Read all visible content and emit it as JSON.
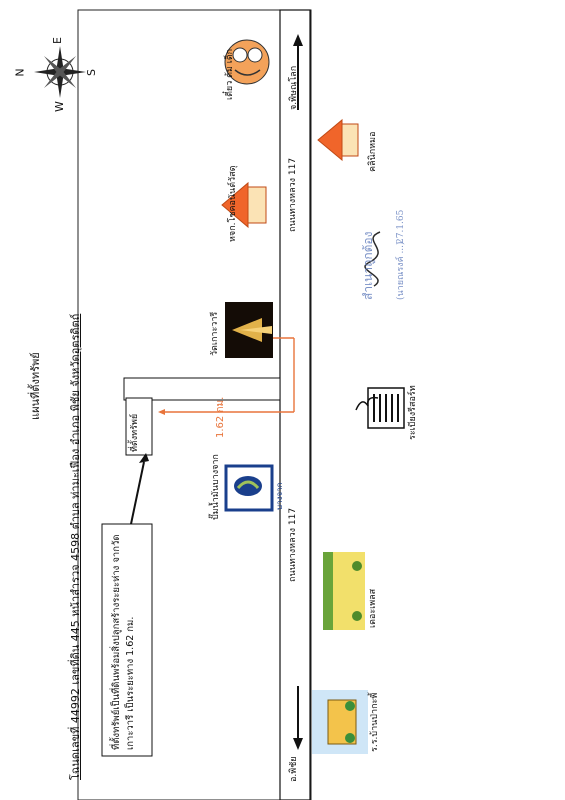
{
  "map": {
    "heading": "แผนที่ตั้งทรัพย์",
    "title_line": "โฉนดเลขที่ 44992   เลขที่ดิน 445  หน้าสำรวจ 4598   ตำบล ท่ามะเฟือง   อำเภอ พิชัย   จังหวัดอุตรดิตถ์",
    "description": "ที่ตั้งทรัพย์เป็นที่ดินพร้อมสิ่งปลูกสร้างระยะห่าง จากวัดเกาะวารี เป็นระยะทาง 1.62 กม.",
    "property_label": "ที่ตั้งทรัพย์",
    "distance_label": "1.62 กม.",
    "road_top_label": "ถนนทางหลวง 117",
    "road_bottom_label": "ถนนทางหลวง 117",
    "direction_pitsanulok": "จ.พิษณุโลก",
    "direction_phichai": "อ.พิชัย",
    "compass": {
      "n": "N",
      "e": "E",
      "s": "S",
      "w": "W"
    },
    "stamp": {
      "line1": "สำเนาถูกต้อง",
      "line2": "(นายณรงค์ ...)",
      "date": "27.1.65"
    },
    "landmarks": {
      "restaurant": "เตี๋ยว ต้ม เด็ก",
      "clinic": "คลินิกหมอ",
      "pumpshop": "หจก.โชคอนันต์วัสดุ",
      "temple": "วัดเกาะวารี",
      "gas_station": "ปั๊มน้ำมันบางจาก",
      "gas_brand": "บางจาก",
      "resort": "ระเบียงรีสอร์ท",
      "school_field": "เดอะเพลส",
      "school": "ร.ร.บ้านป่ากะพี้"
    },
    "colors": {
      "road_red": "#e8743b",
      "arrow": "#111111",
      "roof_orange": "#f0652a",
      "bangchak_blue": "#1a3f8c",
      "stamp_blue": "#7b92c7"
    }
  }
}
